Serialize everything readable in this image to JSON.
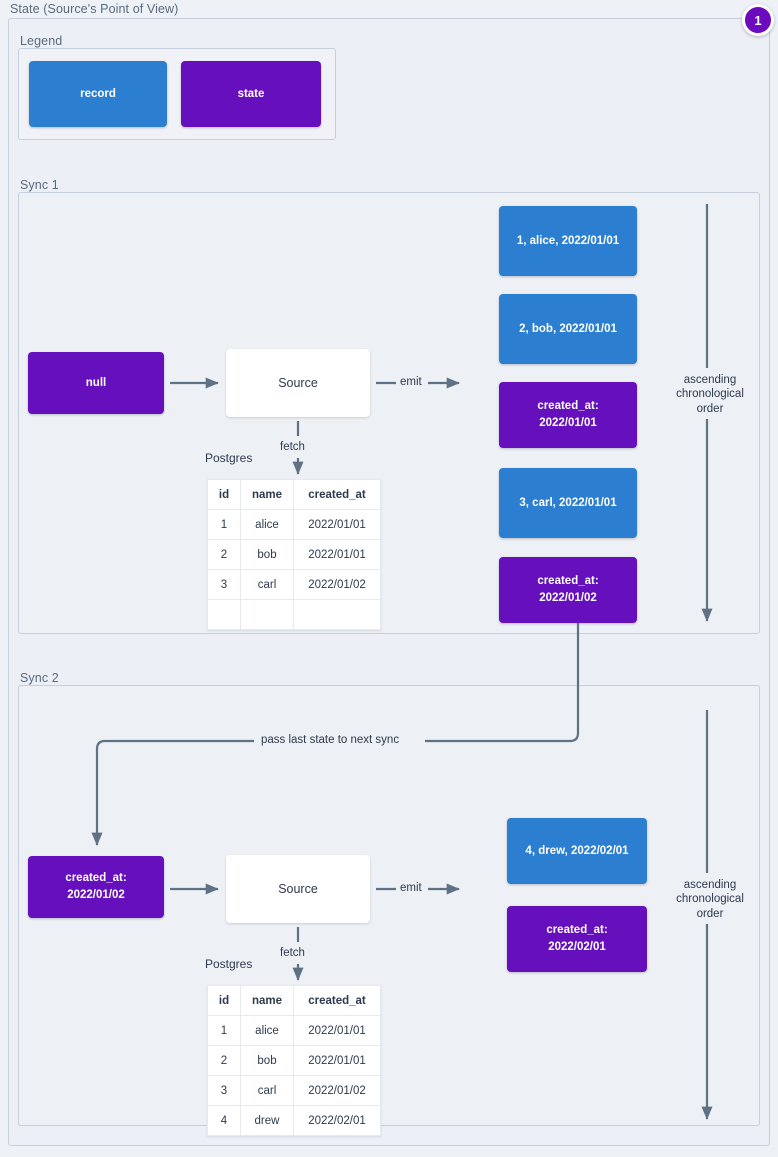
{
  "page": {
    "title": "State (Source's Point of View)",
    "badge": "1",
    "colors": {
      "record": "#2b7ed0",
      "state": "#6610bd",
      "background": "#eef1f6",
      "frame_border": "#c6d0dd",
      "wire": "#5f7185",
      "text": "#2e3a4d"
    }
  },
  "legend": {
    "title": "Legend",
    "items": [
      {
        "label": "record",
        "kind": "record"
      },
      {
        "label": "state",
        "kind": "state"
      }
    ]
  },
  "sync1": {
    "title": "Sync 1",
    "input_state": "null",
    "source_label": "Source",
    "fetch_label": "fetch",
    "emit_label": "emit",
    "db_label": "Postgres",
    "order_label": "ascending\nchronological\norder",
    "order_label_lines": [
      "ascending",
      "chronological",
      "order"
    ],
    "table": {
      "columns": [
        "id",
        "name",
        "created_at"
      ],
      "rows": [
        [
          "1",
          "alice",
          "2022/01/01"
        ],
        [
          "2",
          "bob",
          "2022/01/01"
        ],
        [
          "3",
          "carl",
          "2022/01/02"
        ],
        [
          "",
          "",
          ""
        ]
      ]
    },
    "emitted": [
      {
        "kind": "record",
        "lines": [
          "1, alice, 2022/01/01"
        ]
      },
      {
        "kind": "record",
        "lines": [
          "2, bob, 2022/01/01"
        ]
      },
      {
        "kind": "state",
        "lines": [
          "created_at:",
          "2022/01/01"
        ]
      },
      {
        "kind": "record",
        "lines": [
          "3, carl, 2022/01/01"
        ]
      },
      {
        "kind": "state",
        "lines": [
          "created_at:",
          "2022/01/02"
        ]
      }
    ]
  },
  "sync2": {
    "title": "Sync 2",
    "input_state_lines": [
      "created_at:",
      "2022/01/02"
    ],
    "source_label": "Source",
    "fetch_label": "fetch",
    "emit_label": "emit",
    "db_label": "Postgres",
    "pass_state_label": "pass last state to next sync",
    "order_label_lines": [
      "ascending",
      "chronological",
      "order"
    ],
    "table": {
      "columns": [
        "id",
        "name",
        "created_at"
      ],
      "rows": [
        [
          "1",
          "alice",
          "2022/01/01"
        ],
        [
          "2",
          "bob",
          "2022/01/01"
        ],
        [
          "3",
          "carl",
          "2022/01/02"
        ],
        [
          "4",
          "drew",
          "2022/02/01"
        ]
      ]
    },
    "emitted": [
      {
        "kind": "record",
        "lines": [
          "4, drew, 2022/02/01"
        ]
      },
      {
        "kind": "state",
        "lines": [
          "created_at:",
          "2022/02/01"
        ]
      }
    ]
  }
}
